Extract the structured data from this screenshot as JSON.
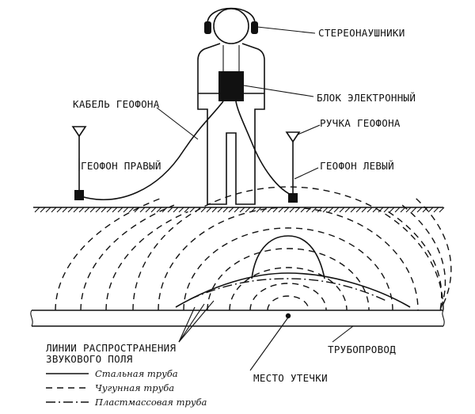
{
  "labels": {
    "headphones": "СТЕРЕОНАУШНИКИ",
    "electronic_unit": "БЛОК ЭЛЕКТРОННЫЙ",
    "geophone_cable": "КАБЕЛЬ ГЕОФОНА",
    "geophone_handle": "РУЧКА ГЕОФОНА",
    "geophone_right": "ГЕОФОН ПРАВЫЙ",
    "geophone_left": "ГЕОФОН ЛЕВЫЙ",
    "pipeline": "ТРУБОПРОВОД",
    "leak_point": "МЕСТО УТЕЧКИ",
    "propagation_line1": "ЛИНИИ РАСПРОСТРАНЕНИЯ",
    "propagation_line2": "ЗВУКОВОГО ПОЛЯ"
  },
  "legend": [
    {
      "style": "solid",
      "label": "Стальная труба"
    },
    {
      "style": "dashed",
      "label": "Чугунная труба"
    },
    {
      "style": "dashdot",
      "label": "Пластмассовая труба"
    }
  ]
}
